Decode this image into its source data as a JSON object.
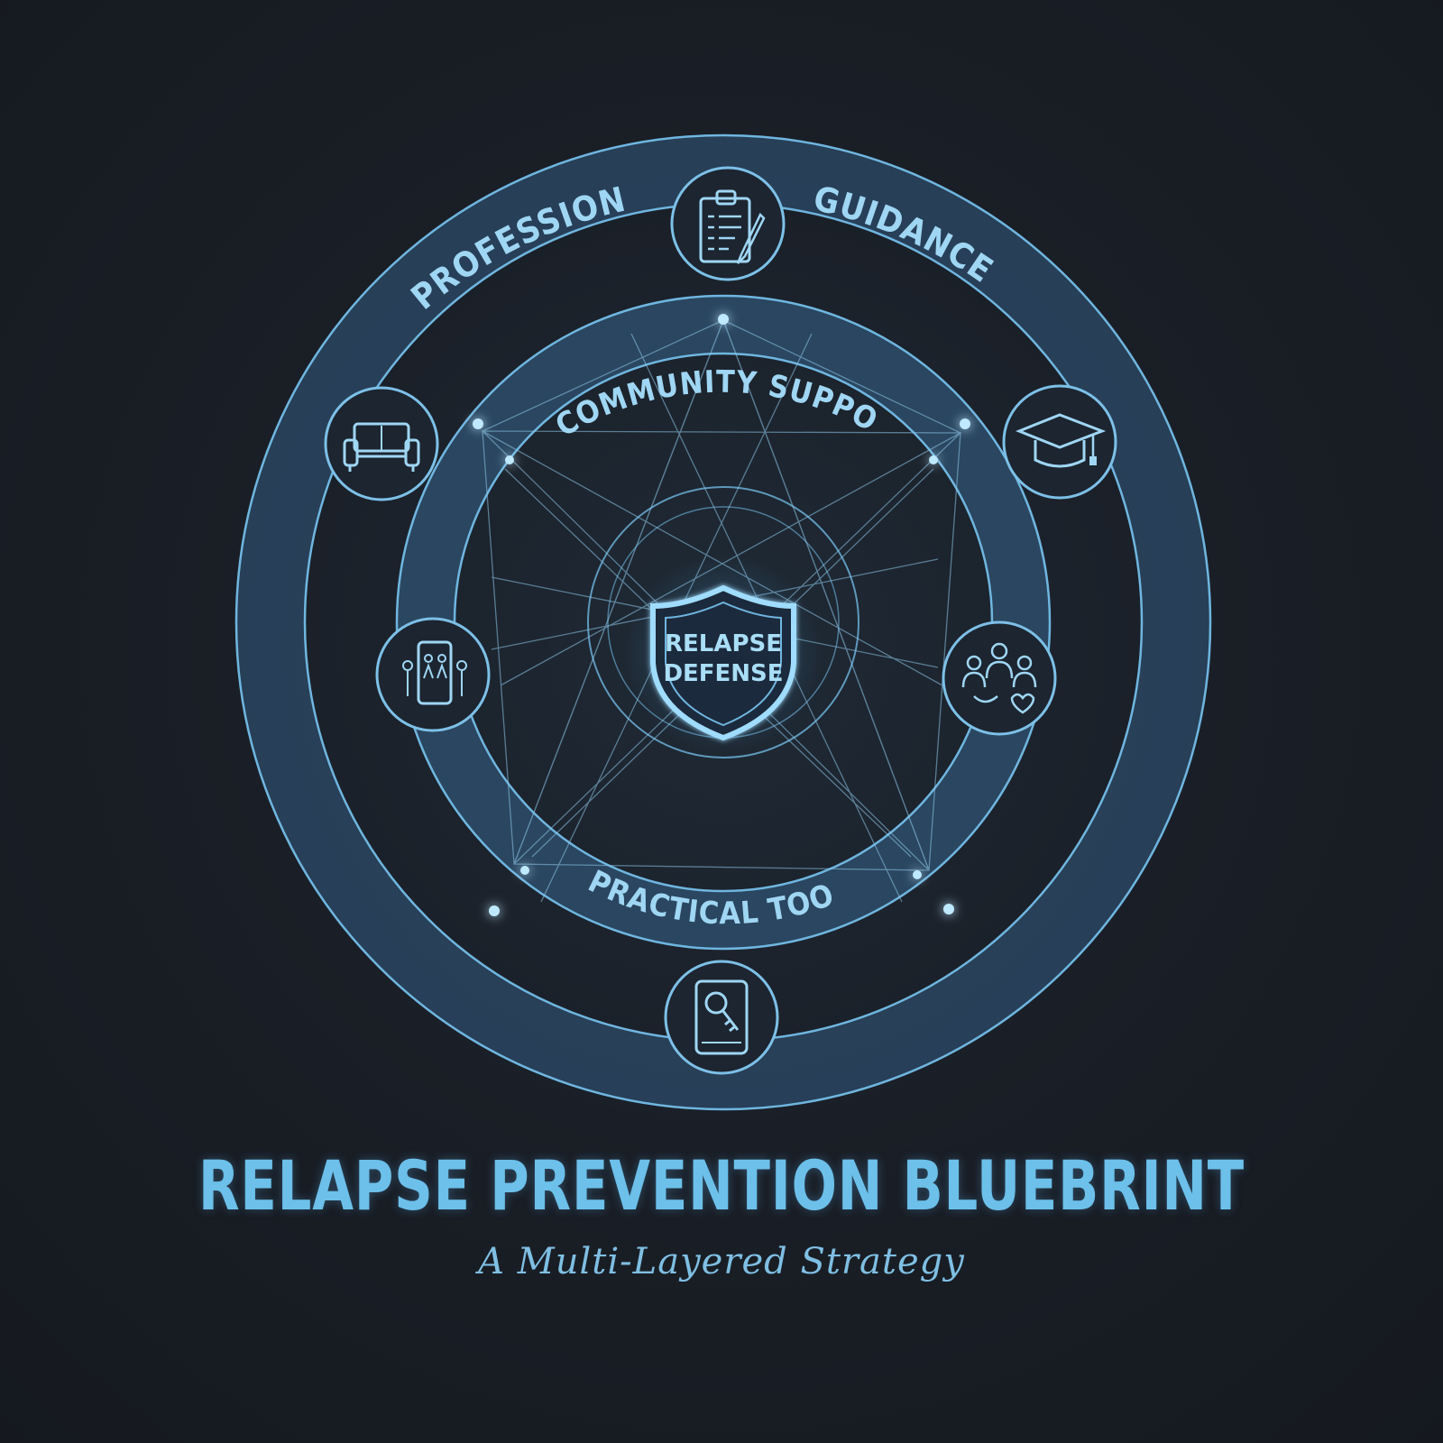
{
  "diagram": {
    "center_label_line1": "RELAPSE",
    "center_label_line2": "DEFENSE",
    "rings": {
      "outer_left": "PROFESSIONAL",
      "outer_right": "GUIDANCE",
      "middle_top": "COMMUNITY SUPPORT",
      "middle_bottom": "PRACTICAL TOOLS"
    },
    "icons": [
      {
        "name": "clipboard-icon"
      },
      {
        "name": "couch-icon"
      },
      {
        "name": "graduation-cap-icon"
      },
      {
        "name": "phone-community-icon"
      },
      {
        "name": "support-group-icon"
      },
      {
        "name": "phone-key-icon"
      }
    ],
    "colors": {
      "background": "#1b1f26",
      "ring_fill": "#2c4a66",
      "line": "#6fb6e0",
      "glow": "#9fdcff"
    }
  },
  "title": "RELAPSE PREVENTION BLUEBRINT",
  "subtitle": "A Multi-Layered Strategy"
}
